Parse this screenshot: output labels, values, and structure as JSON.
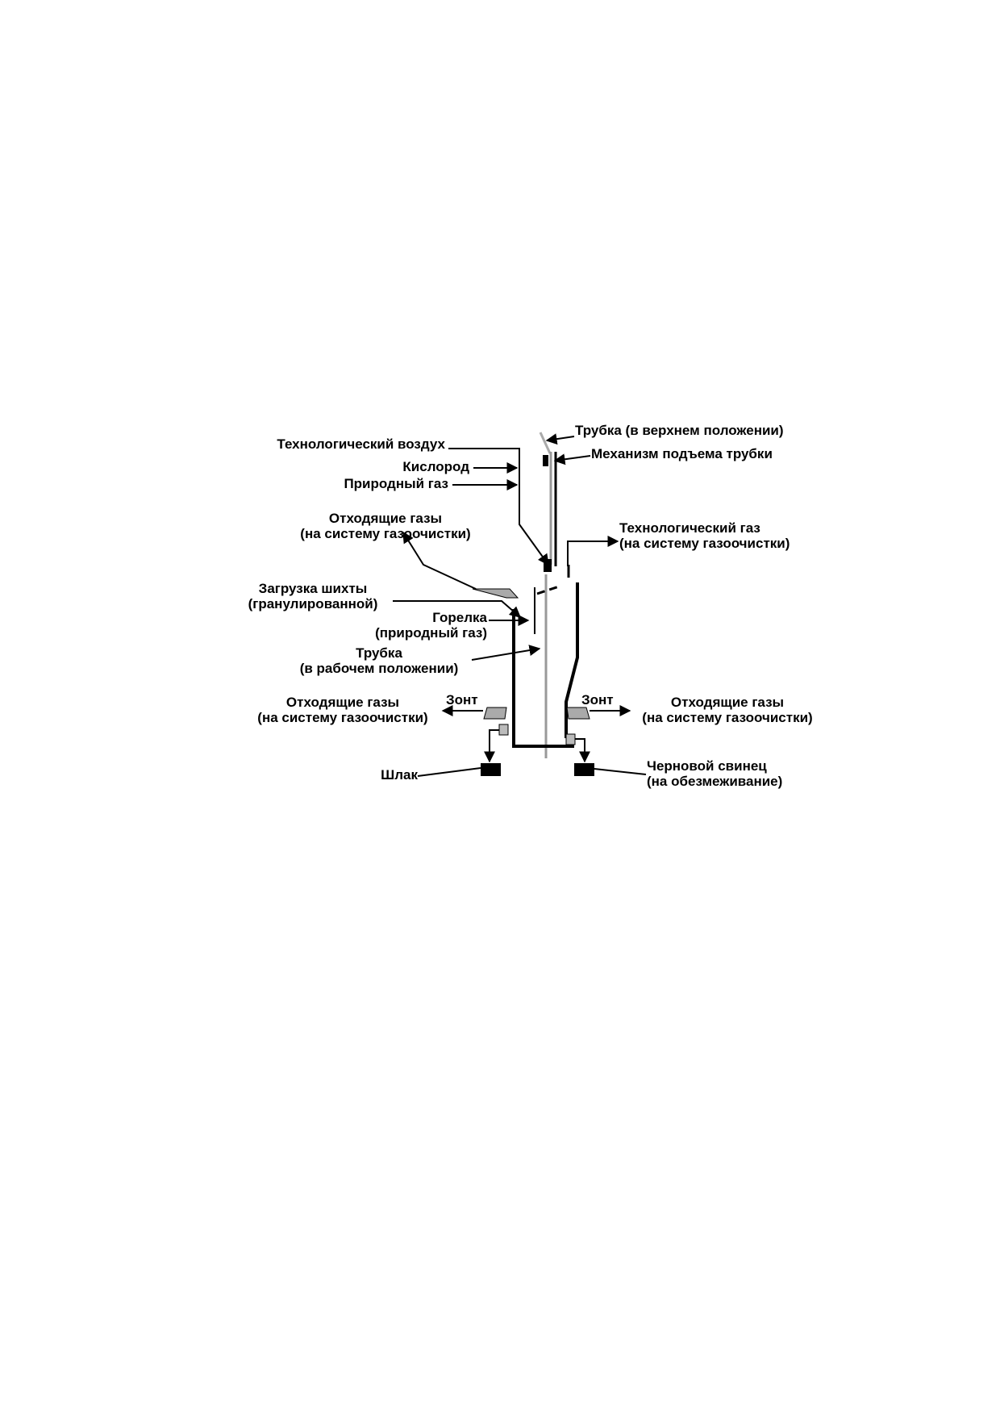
{
  "labels": {
    "tube_upper": "Трубка (в верхнем положении)",
    "tech_air": "Технологический воздух",
    "tube_lift": "Механизм подъема трубки",
    "oxygen": "Кислород",
    "natural_gas": "Природный газ",
    "offgas_top_1": "Отходящие газы",
    "offgas_top_2": "(на систему газоочистки)",
    "tech_gas_1": "Технологический газ",
    "tech_gas_2": "(на систему газоочистки)",
    "charge_1": "Загрузка шихты",
    "charge_2": "(гранулированной)",
    "burner_1": "Горелка",
    "burner_2": "(природный газ)",
    "tube_work_1": "Трубка",
    "tube_work_2": "(в рабочем положении)",
    "hood_left": "Зонт",
    "hood_right": "Зонт",
    "offgas_left_1": "Отходящие газы",
    "offgas_left_2": "(на систему газоочистки)",
    "offgas_right_1": "Отходящие газы",
    "offgas_right_2": "(на систему газоочистки)",
    "slag": "Шлак",
    "lead_1": "Черновой свинец",
    "lead_2": "(на обезмеживание)"
  },
  "colors": {
    "ink": "#000000",
    "tube": "#999999",
    "hood": "#aaaaaa"
  }
}
